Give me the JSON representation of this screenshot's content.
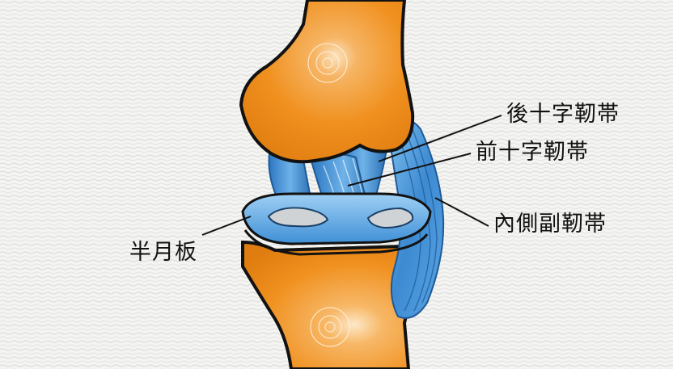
{
  "labels": {
    "posterior_cruciate_ligament": "後十字靭帯",
    "anterior_cruciate_ligament": "前十字靭帯",
    "medial_collateral_ligament": "內側副靭帯",
    "meniscus": "半月板"
  },
  "colors": {
    "bone": "#f0901e",
    "bone_highlight": "#f8c27a",
    "ligament": "#3f8fd6",
    "ligament_dark": "#1f5f9e",
    "ligament_light": "#a9d3f2",
    "outline": "#121212",
    "background": "#f4f4f2",
    "background_texture": "#dcdcdc"
  }
}
